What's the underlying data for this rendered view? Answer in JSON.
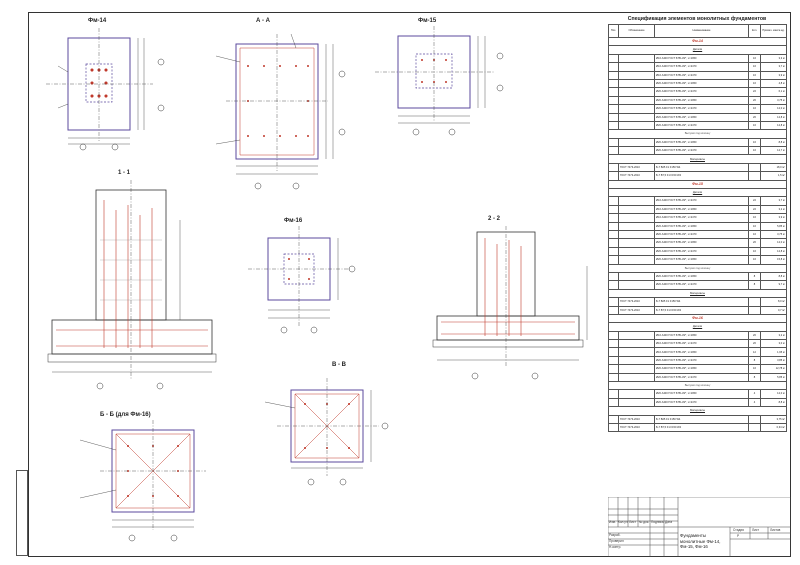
{
  "views": {
    "fm14": "Фм-14",
    "aa": "А - А",
    "fm15": "Фм-15",
    "s11": "1 - 1",
    "fm16": "Фм-16",
    "s22": "2 - 2",
    "bb16": "Б - Б (для Фм-16)",
    "vv": "В - В"
  },
  "spec": {
    "title": "Спецификация элементов монолитных фундаментов",
    "headers": [
      "Поз.",
      "Обозначение",
      "Наименование",
      "Кол.",
      "Примеч. масса ед."
    ],
    "rows": [
      {
        "t": "grp",
        "name": "Фм-14"
      },
      {
        "t": "sub",
        "name": "Детали"
      },
      {
        "t": "r",
        "n": "Ø16 А400 ГОСТ 5781-82*, L=1950",
        "q": "16",
        "m": "3,3 кг"
      },
      {
        "t": "r",
        "n": "Ø16 А400 ГОСТ 5781-82*, L=2470",
        "q": "16",
        "m": "3,7 кг"
      },
      {
        "t": "r",
        "n": "Ø16 А400 ГОСТ 5781-82*, L=2470",
        "q": "16",
        "m": "3,9 кг"
      },
      {
        "t": "r",
        "n": "Ø20 А400 ГОСТ 5781-82*, L=1950",
        "q": "16",
        "m": "4,8 кг"
      },
      {
        "t": "r",
        "n": "Ø20 А400 ГОСТ 5781-82*, L=2470",
        "q": "22",
        "m": "6,1 кг"
      },
      {
        "t": "r",
        "n": "Ø20 А400 ГОСТ 5781-82*, L=1950",
        "q": "20",
        "m": "3,75 кг"
      },
      {
        "t": "r",
        "n": "Ø20 А400 ГОСТ 5781-82*, L=2470",
        "q": "16",
        "m": "12,0 кг"
      },
      {
        "t": "r",
        "n": "Ø20 А400 ГОСТ 5781-82*, L=1950",
        "q": "20",
        "m": "12,8 кг"
      },
      {
        "t": "r",
        "n": "Ø20 А400 ГОСТ 5781-82*, L=2470",
        "q": "16",
        "m": "12,8 кг"
      },
      {
        "t": "sub2",
        "name": "Выпуски под колонну"
      },
      {
        "t": "r",
        "n": "Ø20 А400 ГОСТ 5781-82*, L=1950",
        "q": "16",
        "m": "8,8 кг"
      },
      {
        "t": "r",
        "n": "Ø20 А400 ГОСТ 5781-82*, L=2470",
        "q": "16",
        "m": "12,7 кг"
      },
      {
        "t": "sub",
        "name": "Материалы"
      },
      {
        "t": "m",
        "d": "ГОСТ 7473-2010",
        "n": "Б-7 В25 F1 F150 W4",
        "m": "18,0 м³"
      },
      {
        "t": "m",
        "d": "ГОСТ 7473-2010",
        "n": "Б-7 В7,5 F1 F150 W4",
        "m": "1,5 м³"
      },
      {
        "t": "grp",
        "name": "Фм-15"
      },
      {
        "t": "sub",
        "name": "Детали"
      },
      {
        "t": "r",
        "n": "Ø16 А400 ГОСТ 5781-82*, L=2470",
        "q": "22",
        "m": "3,7 кг"
      },
      {
        "t": "r",
        "n": "Ø16 А400 ГОСТ 5781-82*, L=1950",
        "q": "22",
        "m": "3,2 кг"
      },
      {
        "t": "r",
        "n": "Ø16 А400 ГОСТ 5781-82*, L=2470",
        "q": "16",
        "m": "3,9 кг"
      },
      {
        "t": "r",
        "n": "Ø20 А400 ГОСТ 5781-82*, L=1950",
        "q": "16",
        "m": "5,85 кг"
      },
      {
        "t": "r",
        "n": "Ø20 А400 ГОСТ 5781-82*, L=2470",
        "q": "16",
        "m": "3,75 кг"
      },
      {
        "t": "r",
        "n": "Ø20 А400 ГОСТ 5781-82*, L=1950",
        "q": "20",
        "m": "12,0 кг"
      },
      {
        "t": "r",
        "n": "Ø20 А400 ГОСТ 5781-82*, L=2470",
        "q": "16",
        "m": "12,8 кг"
      },
      {
        "t": "r",
        "n": "Ø20 А400 ГОСТ 5781-82*, L=1950",
        "q": "16",
        "m": "15,8 кг"
      },
      {
        "t": "sub2",
        "name": "Выпуски под колонну"
      },
      {
        "t": "r",
        "n": "Ø20 А400 ГОСТ 5781-82*, L=1950",
        "q": "8",
        "m": "8,8 кг"
      },
      {
        "t": "r",
        "n": "Ø20 А400 ГОСТ 5781-82*, L=2470",
        "q": "8",
        "m": "9,7 кг"
      },
      {
        "t": "sub",
        "name": "Материалы"
      },
      {
        "t": "m",
        "d": "ГОСТ 7473-2010",
        "n": "Б-7 В25 F1 F150 W4",
        "m": "8,0 м³"
      },
      {
        "t": "m",
        "d": "ГОСТ 7473-2010",
        "n": "Б-7 В7,5 F1 F150 W4",
        "m": "0,7 м³"
      },
      {
        "t": "grp",
        "name": "Фм-16"
      },
      {
        "t": "sub",
        "name": "Детали"
      },
      {
        "t": "r",
        "n": "Ø16 А400 ГОСТ 5781-82*, L=1950",
        "q": "20",
        "m": "3,2 кг"
      },
      {
        "t": "r",
        "n": "Ø16 А400 ГОСТ 5781-82*, L=2470",
        "q": "20",
        "m": "3,0 кг"
      },
      {
        "t": "r",
        "n": "Ø16 А400 ГОСТ 5781-82*, L=1950",
        "q": "12",
        "m": "1,95 кг"
      },
      {
        "t": "r",
        "n": "Ø20 А400 ГОСТ 5781-82*, L=2470",
        "q": "8",
        "m": "3,85 кг"
      },
      {
        "t": "r",
        "n": "Ø20 А400 ГОСТ 5781-82*, L=1950",
        "q": "16",
        "m": "12,78 кг"
      },
      {
        "t": "r",
        "n": "Ø20 А400 ГОСТ 5781-82*, L=2470",
        "q": "8",
        "m": "5,85 кг"
      },
      {
        "t": "sub2",
        "name": "Выпуски под колонну"
      },
      {
        "t": "r",
        "n": "Ø20 А400 ГОСТ 5781-82*, L=1950",
        "q": "4",
        "m": "12,0 кг"
      },
      {
        "t": "r",
        "n": "Ø20 А400 ГОСТ 5781-82*, L=2470",
        "q": "4",
        "m": "8,8 кг"
      },
      {
        "t": "sub",
        "name": "Материалы"
      },
      {
        "t": "m",
        "d": "ГОСТ 7473-2010",
        "n": "Б-7 В25 F1 F150 W4",
        "m": "3,75 м³"
      },
      {
        "t": "m",
        "d": "ГОСТ 7473-2010",
        "n": "Б-7 В7,5 F1 F150 W4",
        "m": "0,34 м³"
      }
    ]
  },
  "title_block": {
    "headers": [
      "Изм.",
      "Кол.уч",
      "Лист",
      "№ док.",
      "Подпись",
      "Дата"
    ],
    "rows": [
      "Разраб.",
      "Проверил",
      "Н.контр."
    ],
    "stage_headers": [
      "Стадия",
      "Лист",
      "Листов"
    ],
    "stage_value": "Р",
    "sheet_title": "Фундаменты монолитные Фм-14, Фм-15, Фм-16"
  }
}
